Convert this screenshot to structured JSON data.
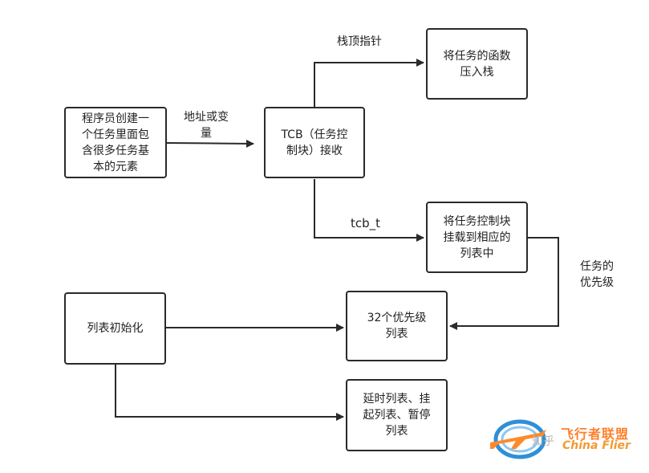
{
  "nodes": {
    "programmer": "程序员创建一\n个任务里面包\n含很多任务基\n本的元素",
    "tcb": "TCB（任务控\n制块）接收",
    "push_func": "将任务的函数\n压入栈",
    "attach_list": "将任务控制块\n挂载到相应的\n列表中",
    "list_init": "列表初始化",
    "priority_list": "32个优先级\n列表",
    "delay_list": "延时列表、挂\n起列表、暂停\n列表"
  },
  "edge_labels": {
    "address_or_var": "地址或变\n量",
    "stack_top": "栈顶指针",
    "tcb_t": "tcb_t",
    "task_priority": "任务的\n优先级"
  },
  "watermark": {
    "site_zh": "飞行者联盟",
    "site_en": "China Flier",
    "prefix": "知乎"
  },
  "colors": {
    "stroke": "#2a2a2a",
    "watermark_orange": "#ff7f2a",
    "watermark_blue": "#2f8fd6"
  }
}
